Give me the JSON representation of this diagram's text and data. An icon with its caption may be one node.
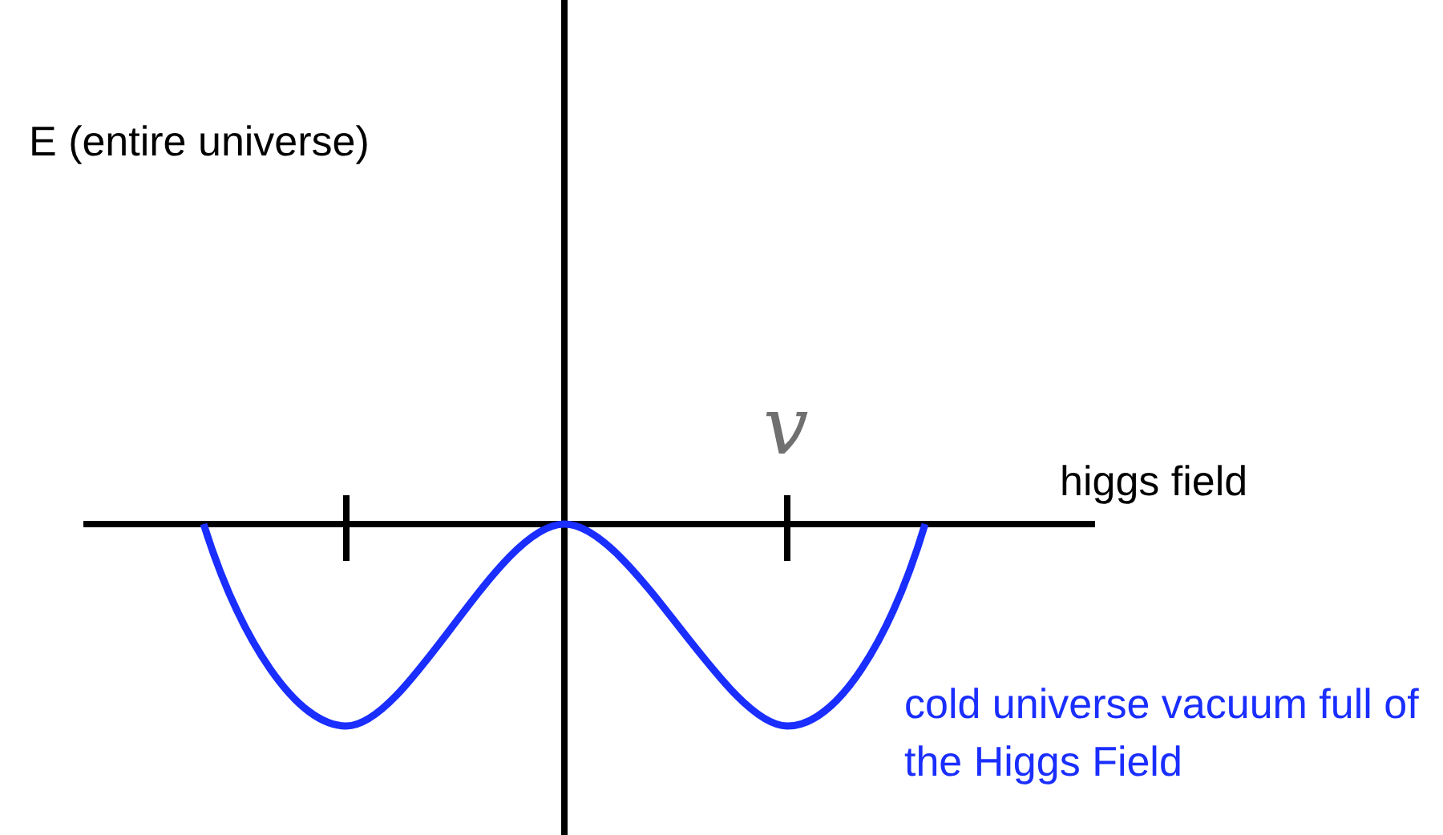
{
  "diagram": {
    "labels": [
      "E (entire universe)",
      "v",
      "higgs field",
      "cold universe vacuum full of the Higgs Field"
    ]
  }
}
